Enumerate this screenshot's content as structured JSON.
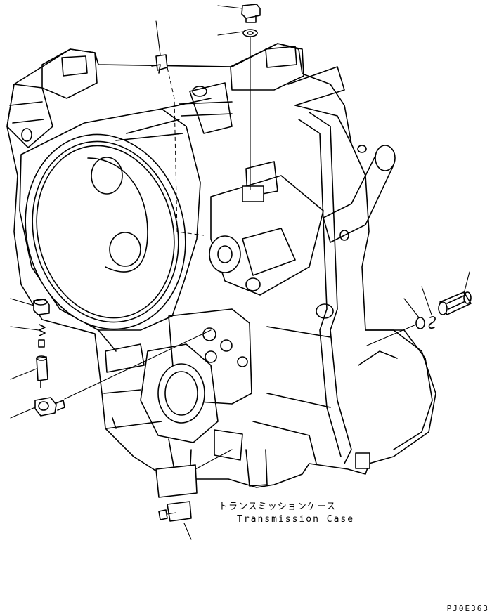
{
  "caption": {
    "japanese": "トランスミッションケース",
    "english": "Transmission Case"
  },
  "figure_code": "PJ0E363",
  "colors": {
    "ink": "#000000",
    "paper": "#ffffff"
  }
}
